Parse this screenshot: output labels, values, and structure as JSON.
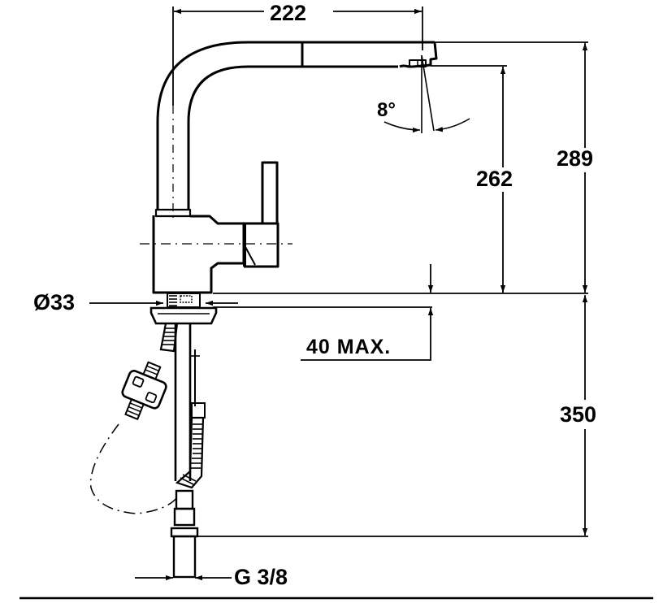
{
  "drawing": {
    "subject": "Pull-out kitchen faucet side elevation",
    "line_color": "#000000",
    "background_color": "#ffffff"
  },
  "dimensions": {
    "spout_reach": "222",
    "total_height": "289",
    "outlet_height": "262",
    "spray_angle": "8°",
    "base_diameter": "Ø33",
    "max_countertop_thickness": "40 MAX.",
    "under_counter_length": "350",
    "connection_thread": "G 3/8"
  }
}
